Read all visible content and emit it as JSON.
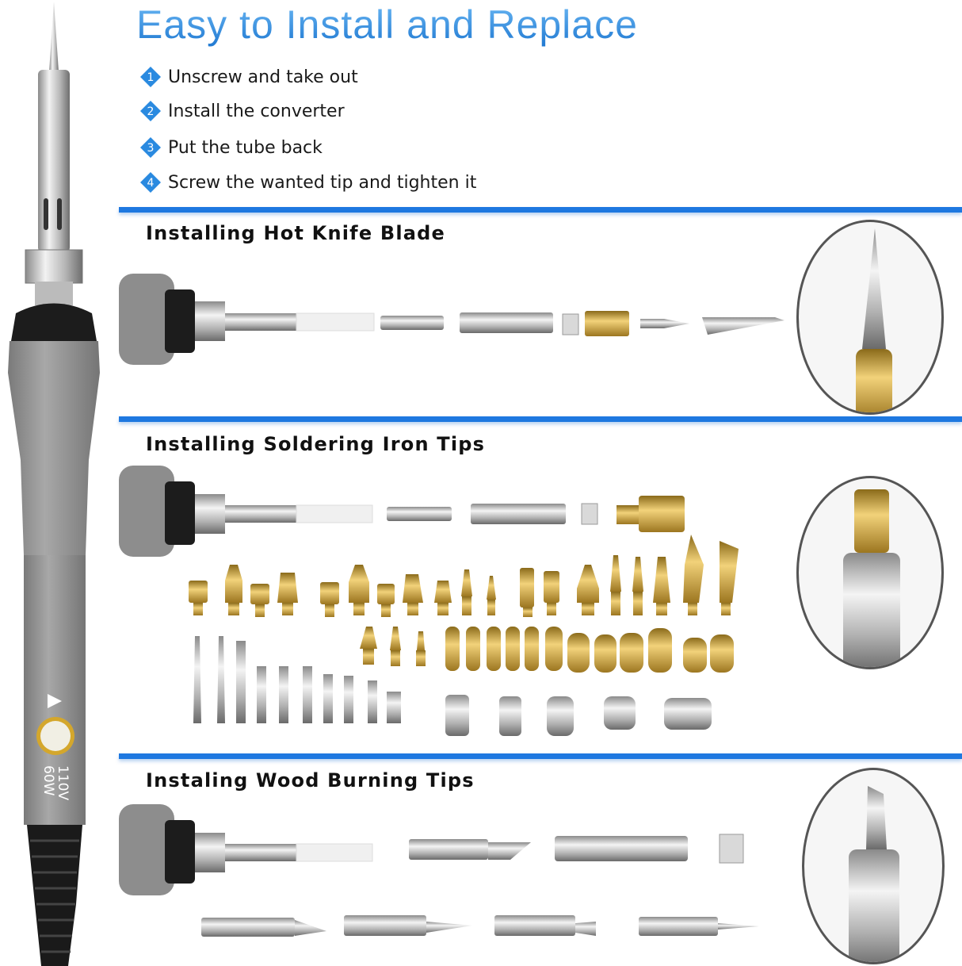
{
  "header": {
    "title": "Easy to Install and Replace"
  },
  "steps": [
    {
      "number": "1",
      "text": "Unscrew and take out"
    },
    {
      "number": "2",
      "text": "Install the converter"
    },
    {
      "number": "3",
      "text": "Put the tube back"
    },
    {
      "number": "4",
      "text": "Screw the wanted tip and tighten it"
    }
  ],
  "sections": [
    {
      "title": "Installing Hot Knife Blade"
    },
    {
      "title": "Installing Soldering Iron Tips"
    },
    {
      "title": "Instaling Wood Burning Tips"
    }
  ],
  "iron": {
    "voltage": "110V",
    "wattage": "60W"
  },
  "colors": {
    "accent": "#1e78e0",
    "brass": "#d4a72c",
    "handle": "#8c8c8c"
  }
}
